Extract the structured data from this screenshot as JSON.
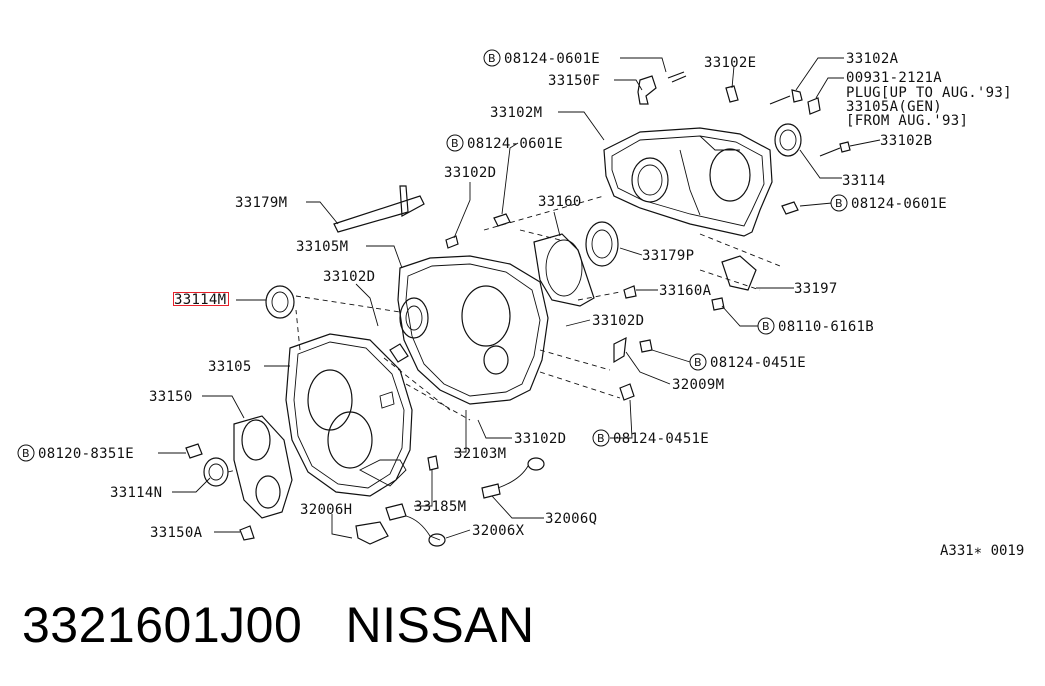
{
  "labels": {
    "l_08124_0601E_top": "08124-0601E",
    "l_33102E": "33102E",
    "l_33102A": "33102A",
    "l_00931": "00931-2121A",
    "l_plug": "PLUG[UP TO AUG.'93]",
    "l_33105A": "33105A(GEN)",
    "l_from": "[FROM AUG.'93]",
    "l_33150F": "33150F",
    "l_33102M": "33102M",
    "l_33102B": "33102B",
    "l_08124_0601E_mid": "08124-0601E",
    "l_33102D_a": "33102D",
    "l_33114": "33114",
    "l_08124_0601E_right": "08124-0601E",
    "l_33179M": "33179M",
    "l_33160": "33160",
    "l_33105M": "33105M",
    "l_33179P": "33179P",
    "l_33102D_b": "33102D",
    "l_33160A": "33160A",
    "l_33197": "33197",
    "l_33114M": "33114M",
    "l_08110_6161B": "08110-6161B",
    "l_33102D_c": "33102D",
    "l_33105": "33105",
    "l_08124_0451E_a": "08124-0451E",
    "l_32009M": "32009M",
    "l_33150": "33150",
    "l_08124_0451E_b": "08124-0451E",
    "l_33102D_d": "33102D",
    "l_08120_8351E": "08120-8351E",
    "l_32103M": "32103M",
    "l_33114N": "33114N",
    "l_33185M": "33185M",
    "l_32006H": "32006H",
    "l_32006Q": "32006Q",
    "l_33150A": "33150A",
    "l_32006X": "32006X"
  },
  "bolt_marker": "B",
  "figure_code": "A331∗ 0019",
  "part_number": "3321601J00",
  "brand": "NISSAN",
  "highlight_color": "#e8202a"
}
